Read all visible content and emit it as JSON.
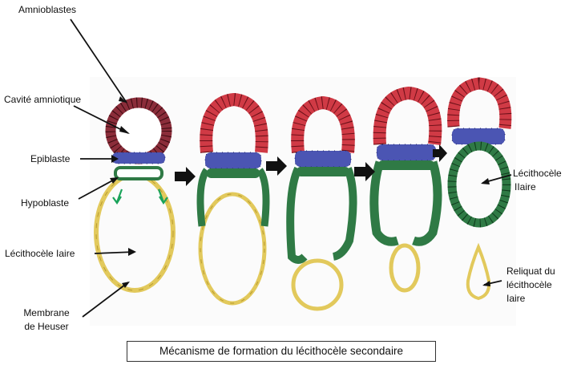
{
  "figure": {
    "labels": {
      "amnioblastes": "Amnioblastes",
      "cavite_amniotique": "Cavité amniotique",
      "epiblaste": "Epiblaste",
      "hypoblaste": "Hypoblaste",
      "lecithocele_iaire": "Lécithocèle  Iaire",
      "membrane_line1": "Membrane",
      "membrane_line2": "de Heuser",
      "lecithocele_ii_line1": "Lécithocèle",
      "lecithocele_ii_line2": "IIaire",
      "reliquat_line1": "Reliquat du",
      "reliquat_line2": "lécithocèle",
      "reliquat_line3": "Iaire"
    },
    "caption": "Mécanisme de formation du lécithocèle secondaire"
  },
  "colors": {
    "amnioblast_red": "#d03a45",
    "epiblast_blue": "#4b55b3",
    "hypoblast_green": "#2f7a45",
    "heuser_yellow": "#e2c95c",
    "cell_dark": "#5a1820",
    "arrow_black": "#111111",
    "arrow_green": "#1aa35a"
  },
  "stages": [
    {
      "step": 1,
      "has_primary_yolk_sac": true
    },
    {
      "step": 2,
      "has_primary_yolk_sac": true
    },
    {
      "step": 3,
      "has_primary_yolk_sac": true
    },
    {
      "step": 4,
      "has_remnant": true
    },
    {
      "step": 5,
      "has_remnant": true,
      "secondary_yolk_sac": true
    }
  ]
}
